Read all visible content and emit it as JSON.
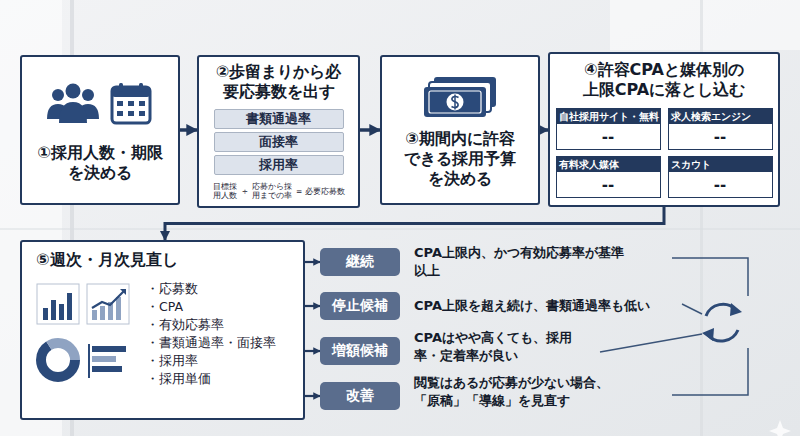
{
  "diagram": {
    "nodes": [
      {
        "text": [
          "①採用人数・期限を決める"
        ]
      },
      {
        "text": [
          "②歩留まりから必要応募数を出す",
          "目標採用人数",
          "÷",
          "応募から採用までの率",
          "=",
          "必要応募数"
        ]
      },
      {
        "text": [
          "書類通過率"
        ],
        "in": 1
      },
      {
        "text": [
          "面接率"
        ],
        "in": 1
      },
      {
        "text": [
          "採用率"
        ],
        "in": 1
      },
      {
        "text": [
          "③期間内に許容できる採用予算を決める"
        ]
      },
      {
        "text": [
          "④許容CPAと媒体別の上限CPAに落とし込む"
        ]
      },
      {
        "text": [
          "自社採用サイト・無料",
          "--"
        ],
        "in": 6
      },
      {
        "text": [
          "求人検索エンジン",
          "--"
        ],
        "in": 6
      },
      {
        "text": [
          "有料求人媒体",
          "--"
        ],
        "in": 6
      },
      {
        "text": [
          "スカウト",
          "--"
        ],
        "in": 6
      },
      {
        "text": [
          "⑤週次・月次見直し",
          "・応募数",
          "・CPA",
          "・有効応募率",
          "・書類通過率・面接率",
          "・採用率",
          "・採用単価"
        ]
      },
      {
        "text": [
          "継続"
        ]
      },
      {
        "text": [
          "停止候補"
        ]
      },
      {
        "text": [
          "増額候補"
        ]
      },
      {
        "text": [
          "改善"
        ]
      }
    ],
    "edges": [
      {
        "from": 0,
        "to": 1,
        "arrow": "to"
      },
      {
        "from": 1,
        "to": 5,
        "arrow": "to"
      },
      {
        "from": 5,
        "to": 6,
        "arrow": "to"
      },
      {
        "from": 6,
        "to": 11,
        "arrow": "to"
      },
      {
        "from": 11,
        "to": 12,
        "arrow": "to"
      },
      {
        "from": 11,
        "to": 13,
        "arrow": "to"
      },
      {
        "from": 11,
        "to": 14,
        "arrow": "to"
      },
      {
        "from": 11,
        "to": 15,
        "arrow": "to"
      }
    ],
    "labels": [
      "CPA上限内、かつ有効応募率が基準以上",
      "CPA上限を超え続け、書類通過率も低い",
      "CPAはやや高くても、採用率・定着率が良い",
      "閲覧はあるが応募が少ない場合、「原稿」「導線」を見直す"
    ]
  }
}
